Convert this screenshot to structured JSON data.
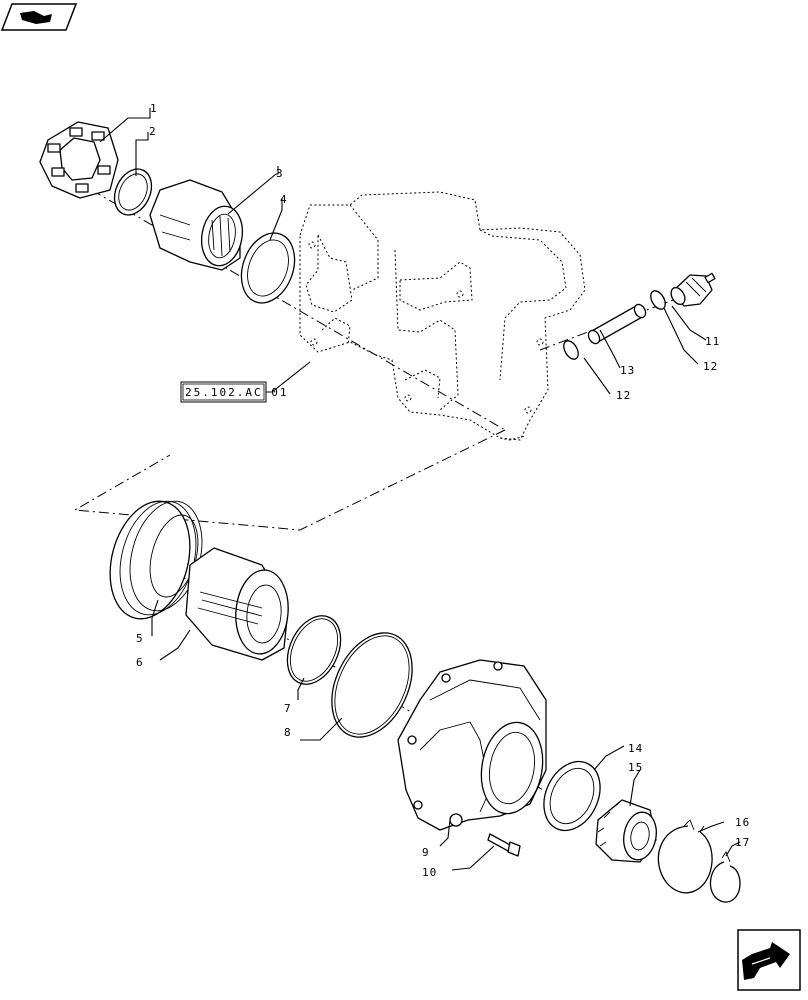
{
  "diagram": {
    "part_numbers": [
      "1",
      "2",
      "3",
      "4",
      "5",
      "6",
      "7",
      "8",
      "9",
      "10",
      "11",
      "12",
      "12",
      "13",
      "14",
      "15",
      "16",
      "17"
    ],
    "reference_label": "25.102.AC 01"
  },
  "icons": {
    "top_left": "book-page-icon",
    "bottom_right": "next-page-arrow-icon"
  }
}
